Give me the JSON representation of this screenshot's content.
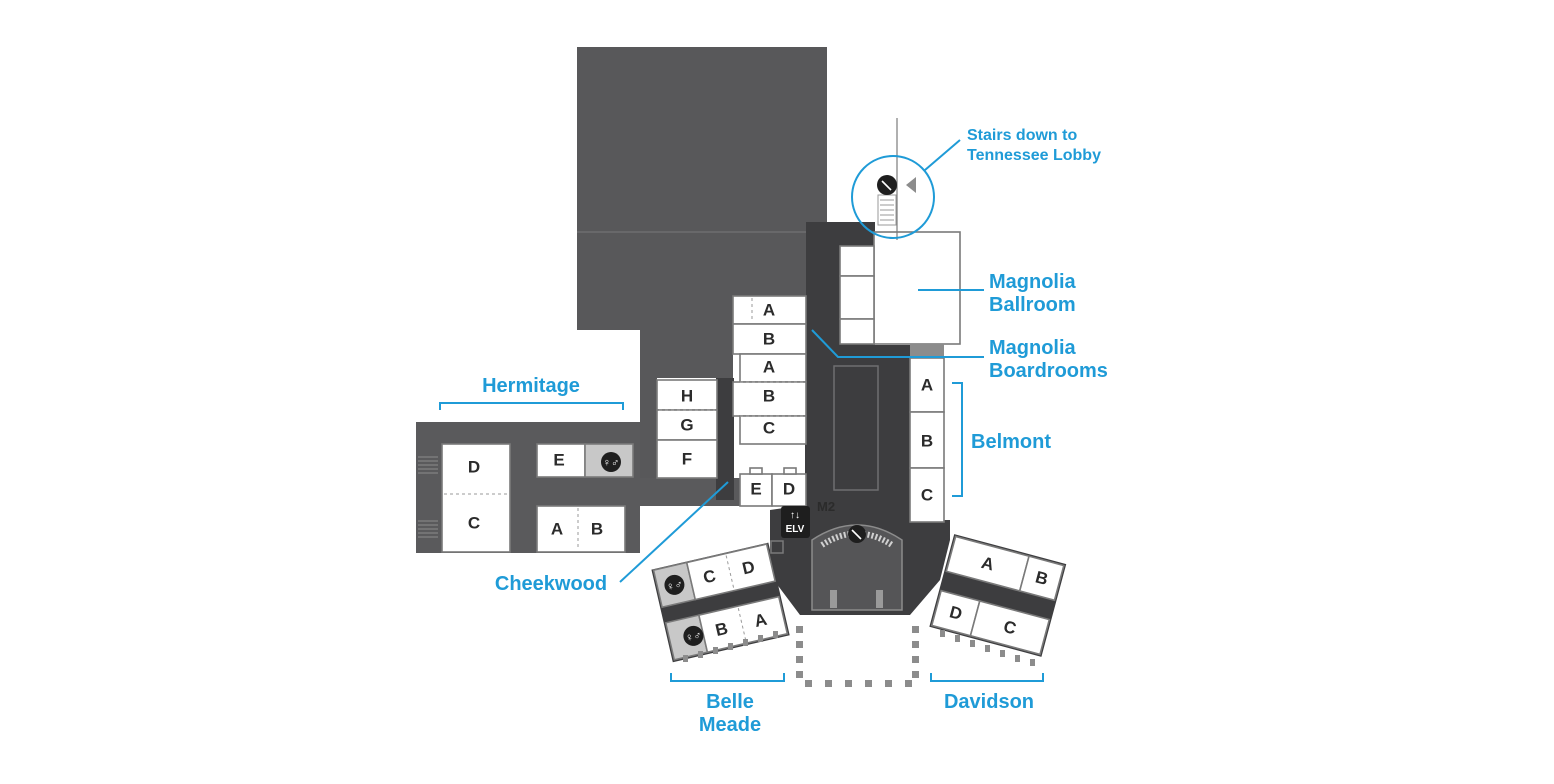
{
  "floor_label": "M2",
  "elevator_label": "ELV",
  "colors": {
    "accent": "#1f9bd7",
    "building_dark": "#58585a",
    "corridor": "#3d3d3f",
    "room_fill": "#ffffff",
    "restroom_fill": "#c8c8c8"
  },
  "callouts": {
    "stairs_line1": "Stairs down to",
    "stairs_line2": "Tennessee Lobby"
  },
  "areas": {
    "magnolia_ballroom": [
      "Magnolia",
      "Ballroom"
    ],
    "magnolia_boardrooms": [
      "Magnolia",
      "Boardrooms"
    ],
    "belmont": "Belmont",
    "hermitage": "Hermitage",
    "cheekwood": "Cheekwood",
    "belle_meade": [
      "Belle",
      "Meade"
    ],
    "davidson": "Davidson"
  },
  "rooms": {
    "hermitage": [
      "D",
      "C",
      "E",
      "A",
      "B"
    ],
    "cheekwood": [
      "H",
      "G",
      "F",
      "E",
      "D"
    ],
    "magnolia_boardrooms": [
      "A",
      "B",
      "A",
      "B",
      "C"
    ],
    "belmont": [
      "A",
      "B",
      "C"
    ],
    "belle_meade": [
      "C",
      "D",
      "B",
      "A"
    ],
    "davidson": [
      "A",
      "B",
      "D",
      "C"
    ]
  },
  "icons": [
    "stairs-icon",
    "elevator-icon",
    "restroom-icon",
    "escalator-icon"
  ]
}
